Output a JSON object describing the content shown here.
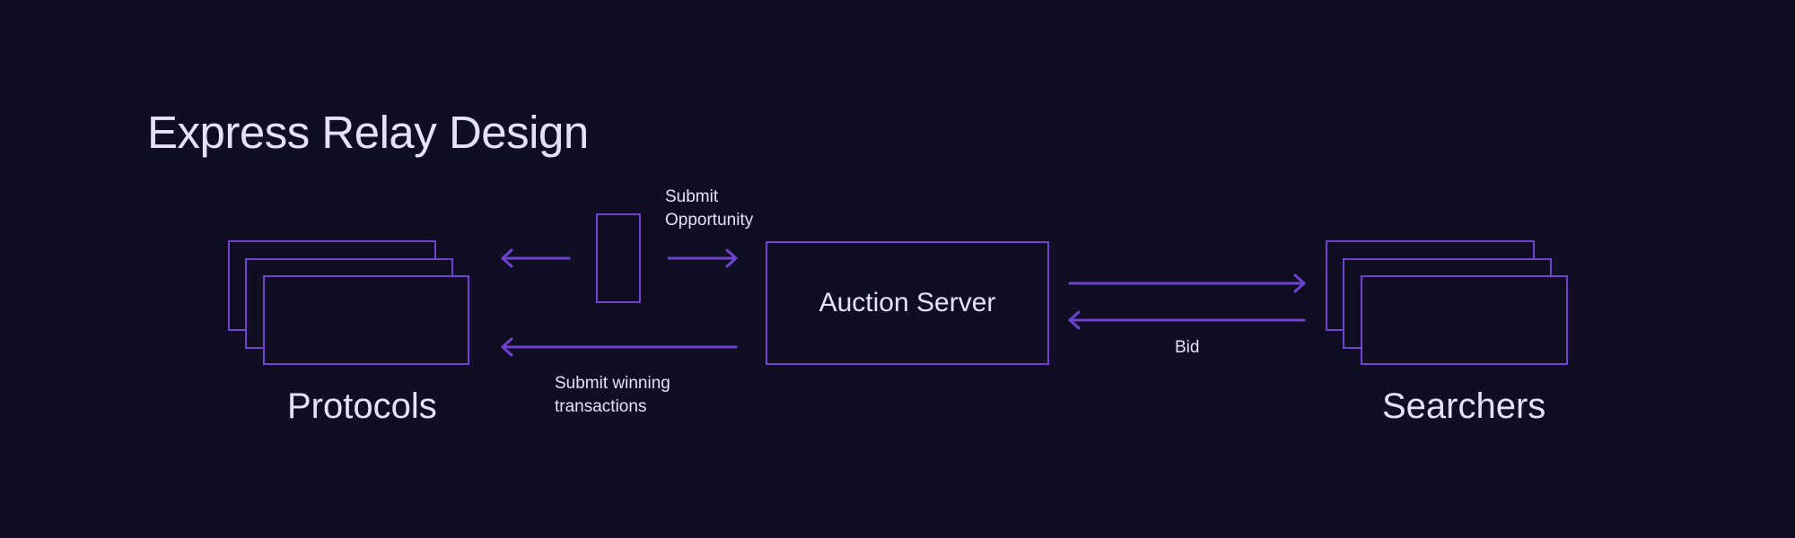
{
  "diagram": {
    "title": "Express Relay Design",
    "nodes": {
      "protocols": {
        "label": "Protocols"
      },
      "auction_server": {
        "label": "Auction Server"
      },
      "searchers": {
        "label": "Searchers"
      }
    },
    "edges": {
      "submit_opportunity": {
        "label_line1": "Submit",
        "label_line2": "Opportunity"
      },
      "submit_winning": {
        "label_line1": "Submit winning",
        "label_line2": "transactions"
      },
      "bid": {
        "label": "Bid"
      }
    },
    "colors": {
      "background": "#100e23",
      "accent": "#7142cf",
      "text": "#e6e0f8"
    }
  }
}
